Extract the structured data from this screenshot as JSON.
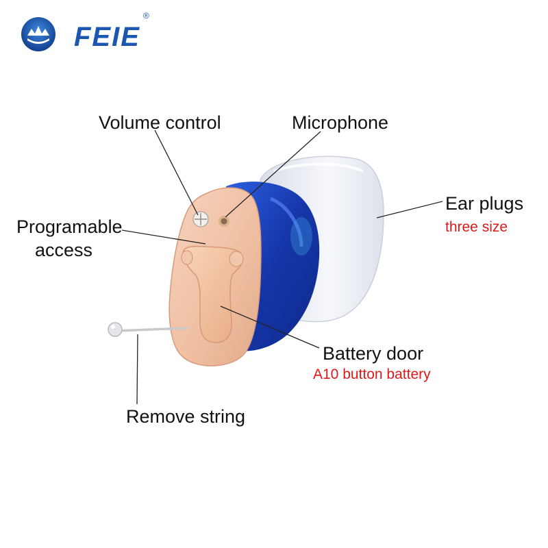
{
  "brand": {
    "name": "FEIE",
    "registered_mark": "®",
    "color": "#1b57b0"
  },
  "labels": {
    "volume_control": "Volume control",
    "microphone": "Microphone",
    "programmable_line1": "Programable",
    "programmable_line2": "access",
    "ear_plugs": "Ear plugs",
    "ear_plugs_note": "three size",
    "battery_door": "Battery door",
    "battery_door_note": "A10 button battery",
    "remove_string": "Remove string"
  },
  "colors": {
    "label_text": "#111111",
    "note_text": "#e01818",
    "shell_skin": "#f0c3a8",
    "shell_blue": "#1c48c8",
    "ear_tip": "#e9edf4",
    "leader_line": "#222222"
  }
}
